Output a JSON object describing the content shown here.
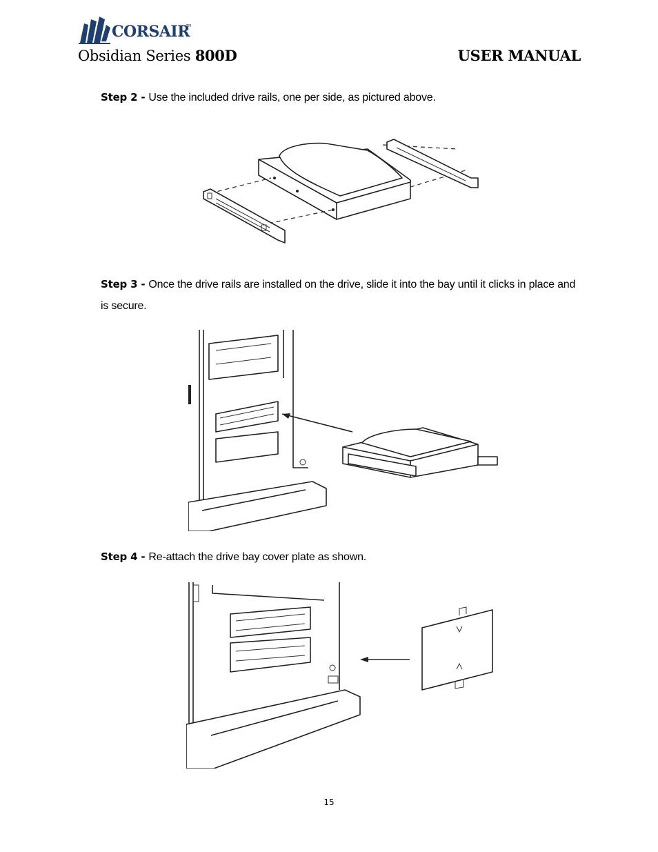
{
  "header": {
    "brand": "CORSAIR",
    "series_text": "Obsidian Series ",
    "model": "800D",
    "manual_label": "USER MANUAL"
  },
  "steps": [
    {
      "lead": "Step 2 - ",
      "text": "Use the included drive rails, one per side, as pictured above."
    },
    {
      "lead": "Step 3 - ",
      "text": "Once the drive rails are installed on the drive, slide it into the bay until it clicks in place and is secure."
    },
    {
      "lead": "Step 4 - ",
      "text": "Re-attach the drive bay cover plate as shown."
    }
  ],
  "page_number": "15",
  "colors": {
    "text": "#000000",
    "background": "#ffffff",
    "logo": "#1f3f6e"
  }
}
